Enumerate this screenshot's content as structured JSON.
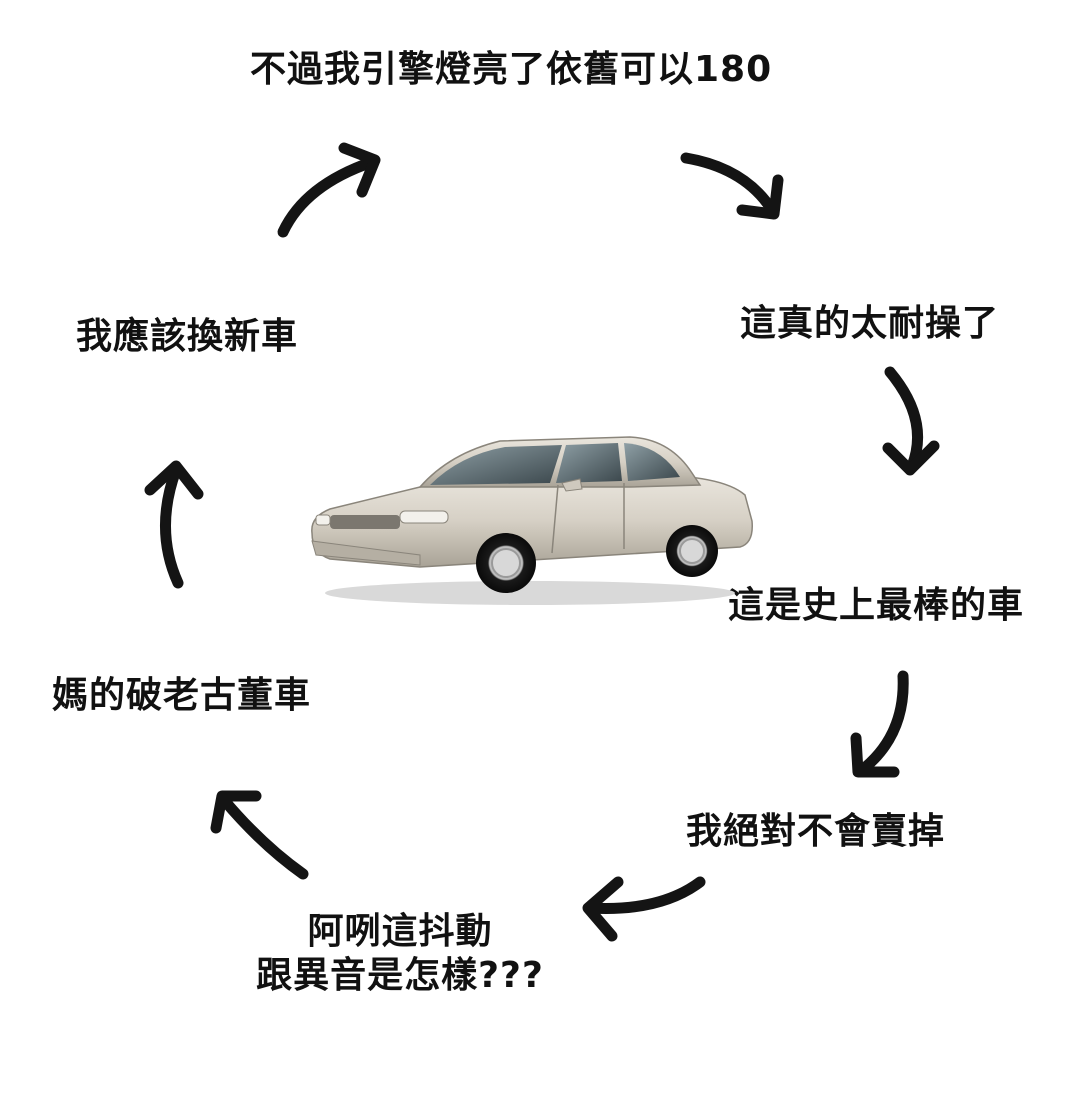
{
  "cycle": {
    "top": "不過我引擎燈亮了依舊可以180",
    "right_1": "這真的太耐操了",
    "right_2": "這是史上最棒的車",
    "right_3": "我絕對不會賣掉",
    "bottom_line_1": "阿咧這抖動",
    "bottom_line_2": "跟異音是怎樣???",
    "left_2": "媽的破老古董車",
    "left_1": "我應該換新車"
  },
  "colors": {
    "text": "#111111",
    "arrow": "#141414",
    "car_body": "#d9d4cb",
    "background": "#ffffff"
  },
  "icons": {
    "arrow": "curved-arrow-icon",
    "car": "sedan-car-icon"
  }
}
